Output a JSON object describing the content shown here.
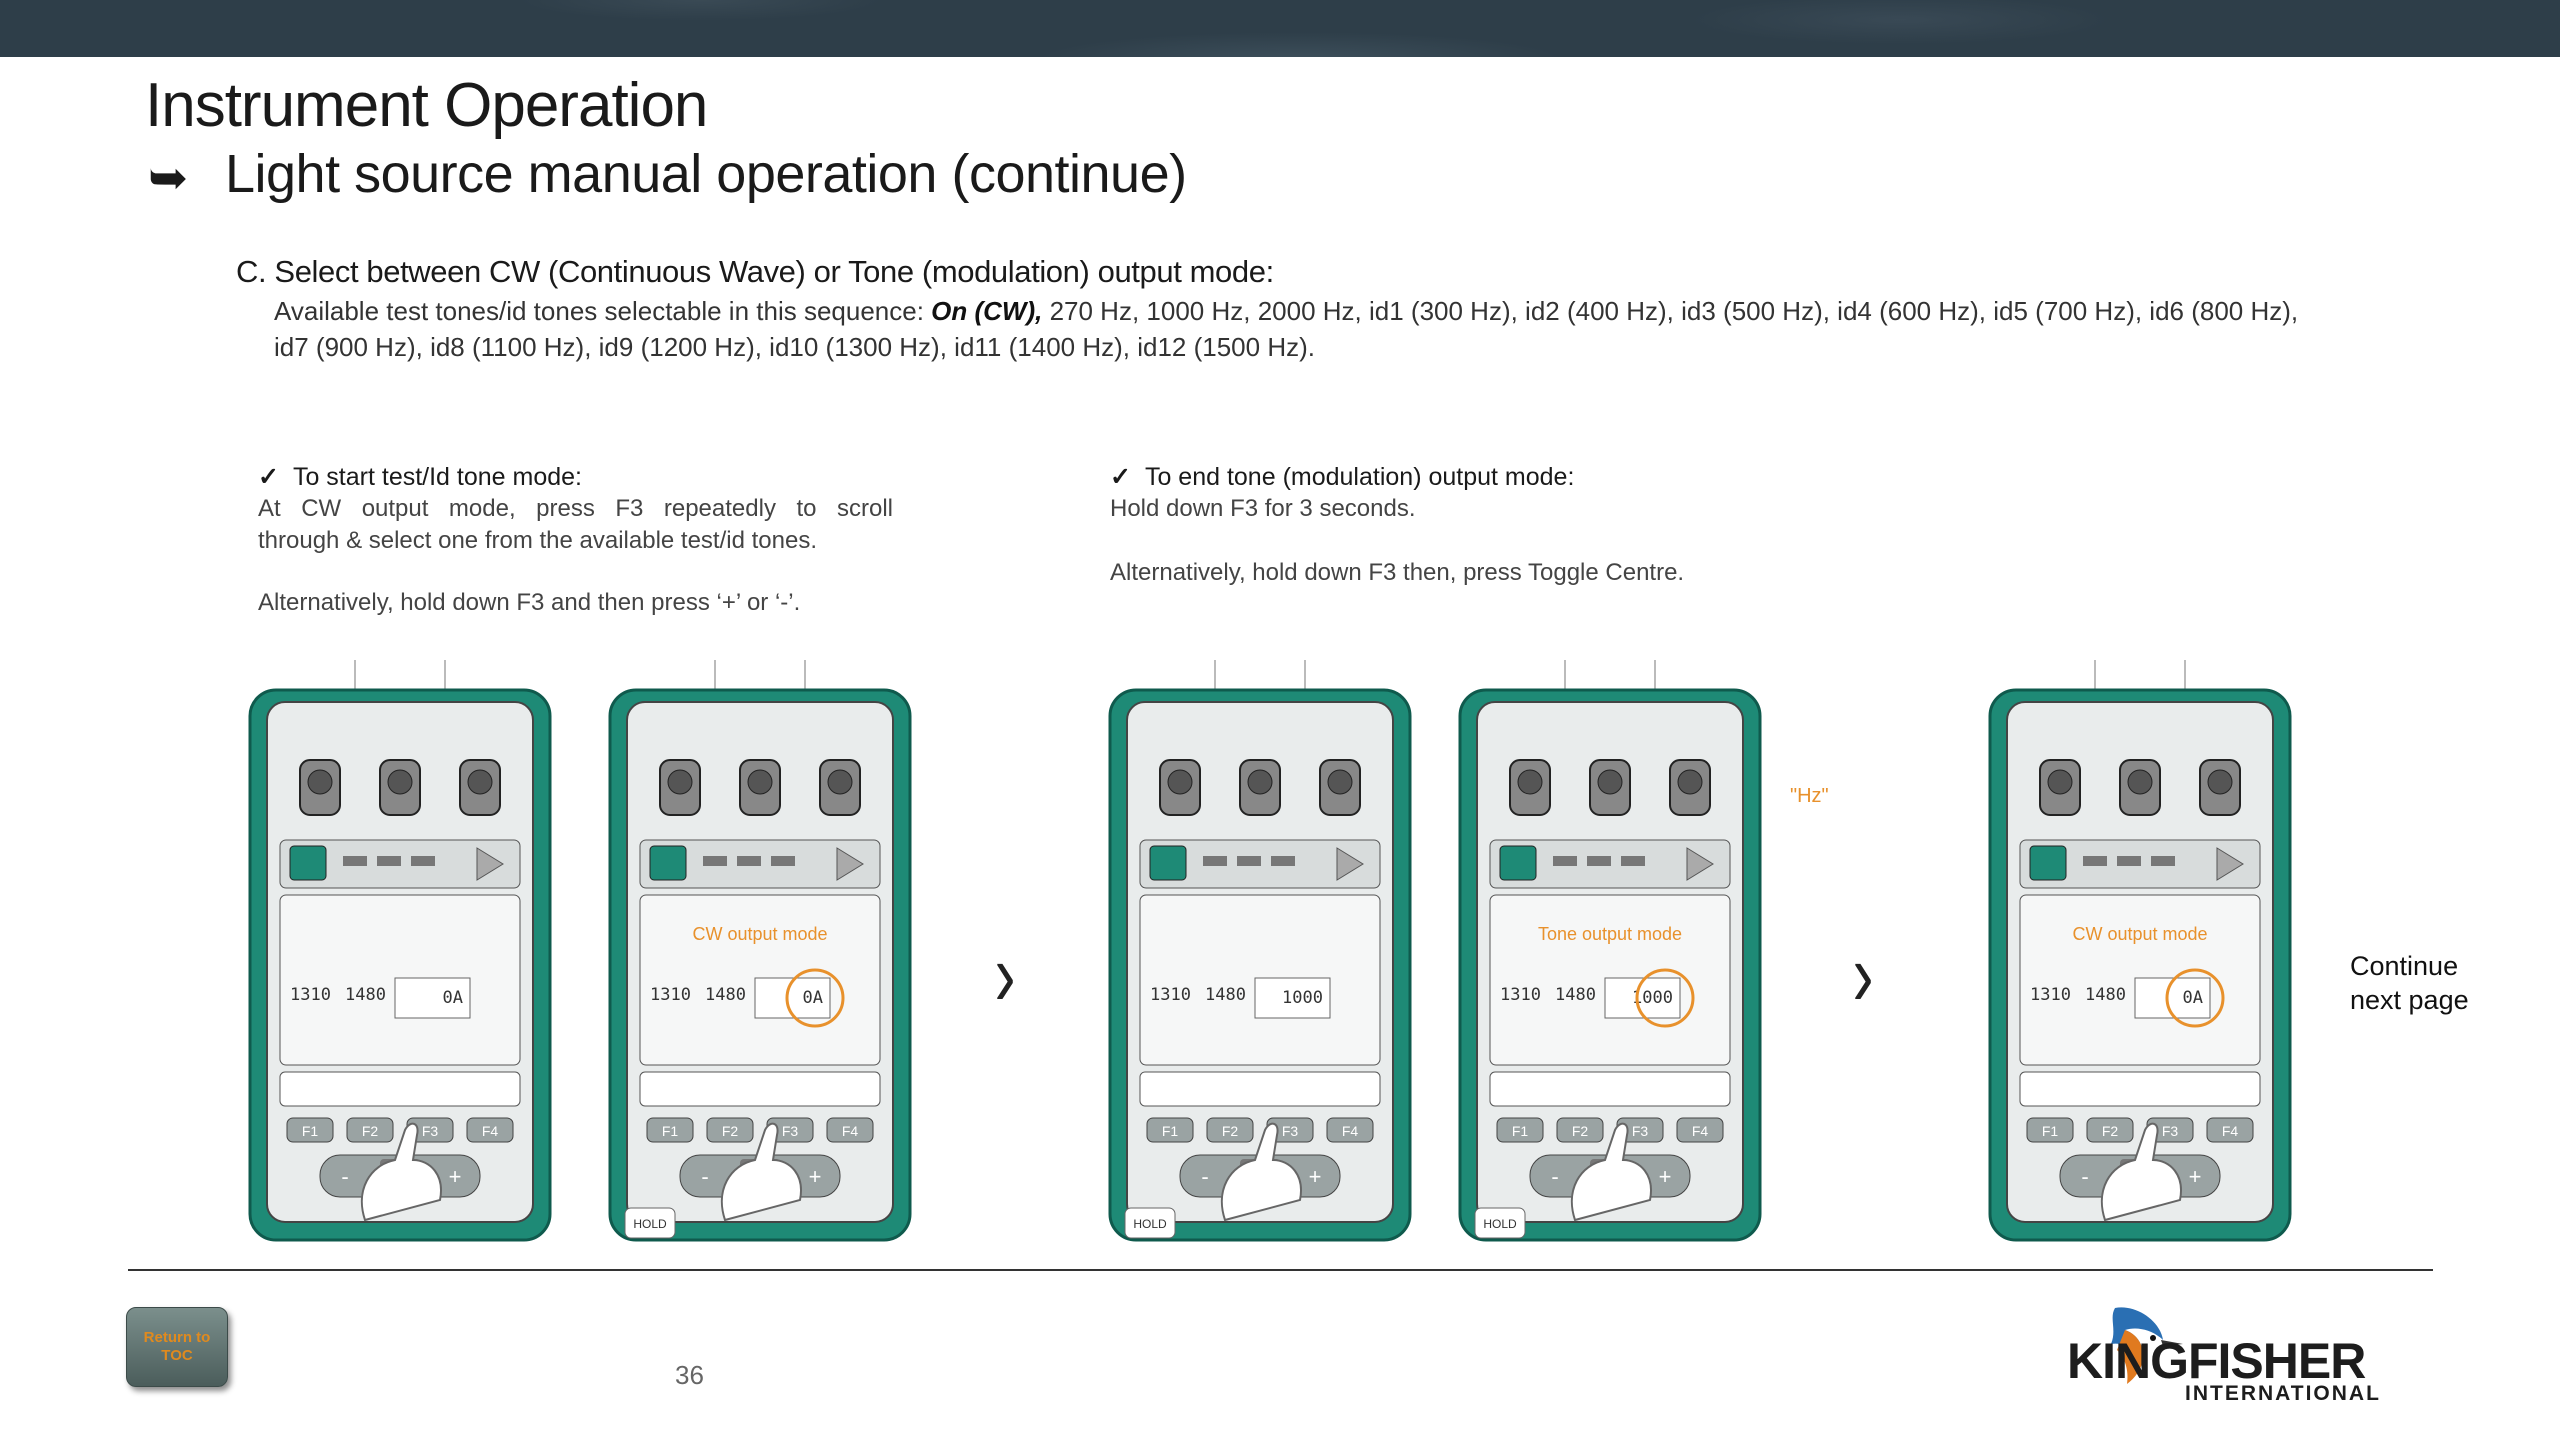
{
  "page": {
    "title": "Instrument Operation",
    "subtitle_arrow": "➥",
    "subtitle": "Light source manual operation (continue)",
    "page_number": "36"
  },
  "section_c": {
    "heading": "C. Select between CW (Continuous Wave) or Tone (modulation) output mode:",
    "tones_intro": "Available test tones/id tones selectable in this sequence: ",
    "tones_on": "On (CW),",
    "tones_rest_line1": " 270 Hz, 1000 Hz, 2000 Hz, id1 (300 Hz), id2 (400 Hz), id3 (500 Hz), id4 (600 Hz), id5 (700 Hz), id6 (800 Hz),",
    "tones_rest_line2": "id7 (900 Hz), id8 (1100 Hz), id9 (1200 Hz), id10 (1300 Hz), id11 (1400 Hz), id12 (1500 Hz)."
  },
  "left_column": {
    "tick": "✓",
    "heading": "To start test/Id tone mode:",
    "line1": "At CW output mode, press F3 repeatedly to scroll",
    "line2": "through & select one from the available  test/id tones.",
    "alt": "Alternatively, hold down F3 and then press ‘+’ or ‘-’."
  },
  "right_column": {
    "tick": "✓",
    "heading": "To end tone (modulation) output mode:",
    "line1": "Hold down F3 for 3 seconds.",
    "alt": "Alternatively, hold down F3 then, press Toggle Centre."
  },
  "devices": [
    {
      "screen_label": "",
      "readout": "0A",
      "circled": false,
      "hold_tags": []
    },
    {
      "screen_label": "CW  output mode",
      "readout": "0A",
      "circled": true,
      "hold_tags": [
        "HOLD"
      ]
    },
    {
      "screen_label": "",
      "readout": "1000",
      "circled": false,
      "hold_tags": [
        "HOLD"
      ]
    },
    {
      "screen_label": "Tone  output mode",
      "readout": "1000",
      "circled": true,
      "hold_tags": [
        "HOLD"
      ]
    },
    {
      "screen_label": "CW  output mode",
      "readout": "0A",
      "circled": true,
      "hold_tags": []
    }
  ],
  "device_common": {
    "keys": [
      "F1",
      "F2",
      "F3",
      "F4"
    ],
    "plus": "+",
    "minus": "-",
    "lcd_left": "1310",
    "lcd_mid": "1480"
  },
  "hz_callout": "\"Hz\"",
  "chevron": "›",
  "continue_text_line1": "Continue",
  "continue_text_line2": "next page",
  "toc_button": "Return to TOC",
  "logo": {
    "brand": "KINGFISHER",
    "sub": "INTERNATIONAL"
  },
  "colors": {
    "device_green": "#1e8a76",
    "highlight_orange": "#e8912c",
    "banner": "#2e3e49",
    "toc_text": "#e08a1e"
  }
}
